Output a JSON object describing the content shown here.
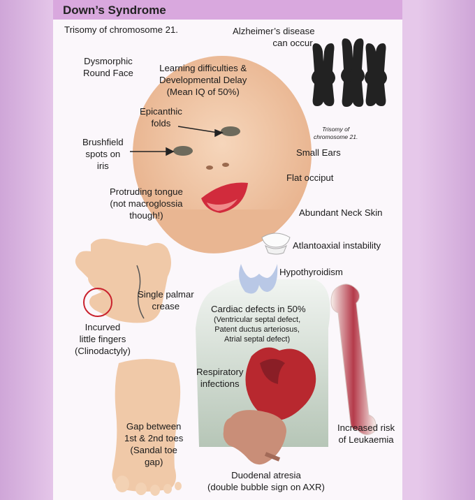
{
  "title": "Down’s Syndrome",
  "labels": {
    "trisomy": "Trisomy of chromosome 21.",
    "alzheimers": "Alzheimer’s disease\ncan occur.",
    "face": "Dysmorphic\nRound Face",
    "learning": "Learning difficulties &\nDevelopmental Delay\n(Mean IQ of 50%)",
    "epicanthic": "Epicanthic\nfolds",
    "brushfield": "Brushfield\nspots on\niris",
    "chromo_caption": "Trisomy of\nchromosome 21.",
    "ears": "Small Ears",
    "occiput": "Flat occiput",
    "tongue": "Protruding tongue\n(not macroglossia\nthough!)",
    "neck": "Abundant Neck Skin",
    "atlanto": "Atlantoaxial instability",
    "thyroid": "Hypothyroidism",
    "palmar": "Single palmar\ncrease",
    "cardiac": "Cardiac defects in 50%",
    "cardiac_detail": "(Ventricular septal defect,\nPatent ductus arteriosus,\nAtrial septal defect)",
    "clino": "Incurved\nlittle fingers\n(Clinodactyly)",
    "resp": "Respiratory\ninfections",
    "leukaemia": "Increased risk\nof Leukaemia",
    "sandal": "Gap between\n1st & 2nd toes\n(Sandal toe\ngap)",
    "duodenal": "Duodenal atresia\n(double bubble sign on AXR)"
  },
  "colors": {
    "header": "#d9a8de",
    "skin": "#f0c9a8",
    "heart": "#b8282f",
    "bone": "#f2e6e2",
    "thyroid": "#b9c8e6"
  }
}
